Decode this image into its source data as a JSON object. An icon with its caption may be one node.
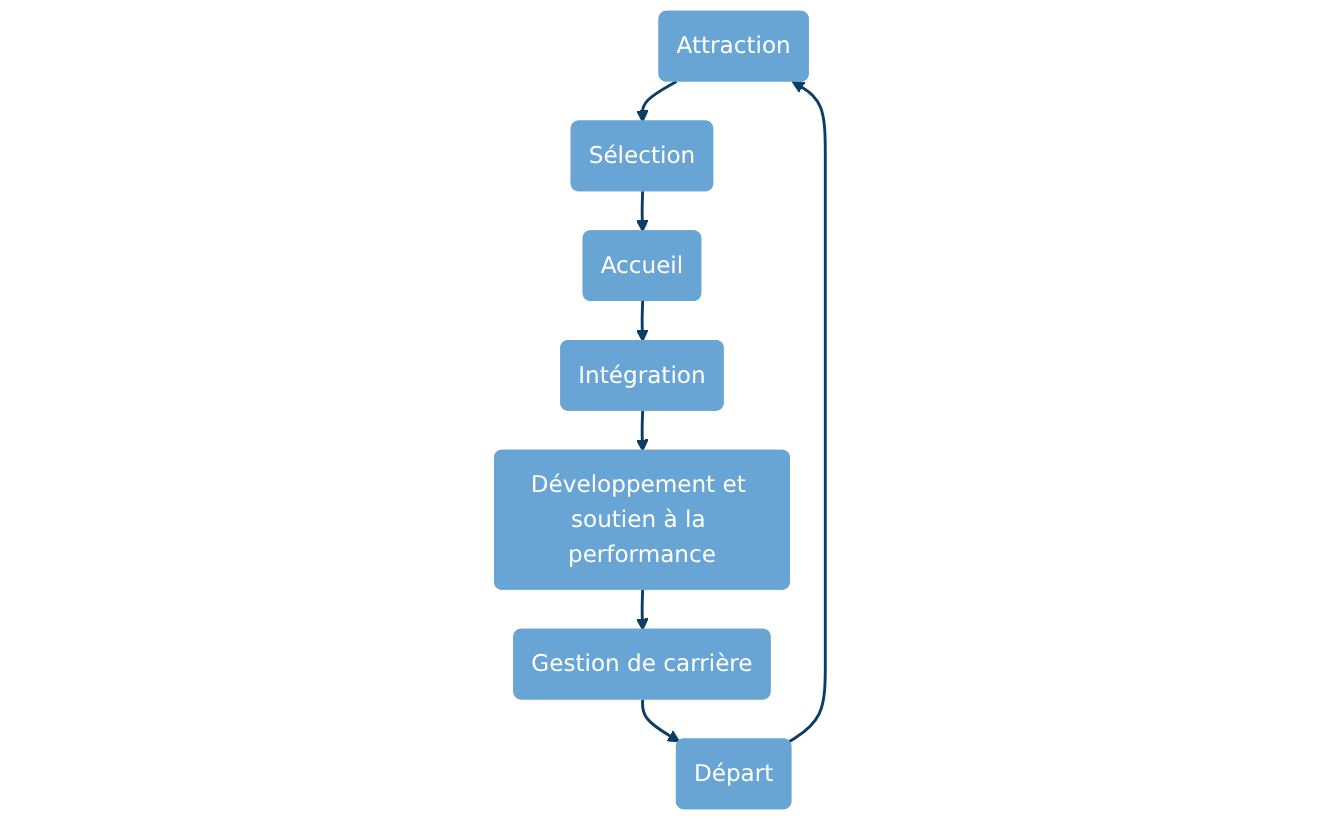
{
  "diagram": {
    "nodes": [
      {
        "text": [
          "Attraction"
        ]
      },
      {
        "text": [
          "Sélection"
        ]
      },
      {
        "text": [
          "Accueil"
        ]
      },
      {
        "text": [
          "Intégration"
        ]
      },
      {
        "text": [
          "Développement et soutien à la performance"
        ]
      },
      {
        "text": [
          "Gestion de carrière"
        ]
      },
      {
        "text": [
          "Départ"
        ]
      }
    ],
    "edges": [
      {
        "from": 0,
        "to": 1,
        "arrow": "to"
      },
      {
        "from": 1,
        "to": 2,
        "arrow": "to"
      },
      {
        "from": 2,
        "to": 3,
        "arrow": "to"
      },
      {
        "from": 3,
        "to": 4,
        "arrow": "to"
      },
      {
        "from": 4,
        "to": 5,
        "arrow": "to"
      },
      {
        "from": 5,
        "to": 6,
        "arrow": "to"
      },
      {
        "from": 6,
        "to": 0,
        "arrow": "to"
      }
    ]
  }
}
